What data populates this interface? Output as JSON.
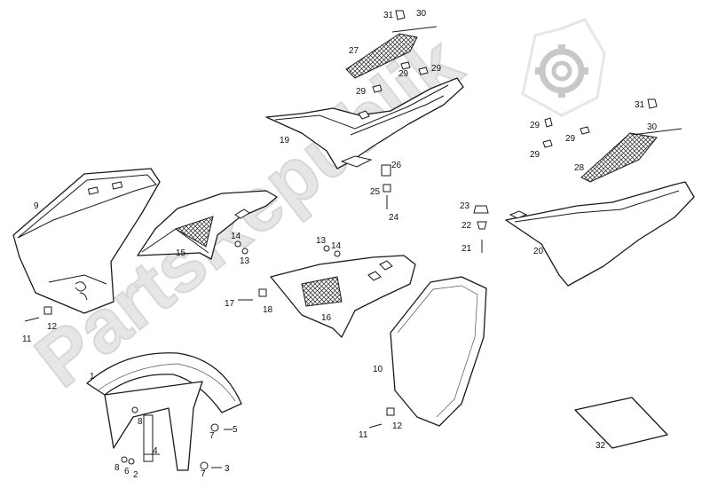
{
  "diagram": {
    "watermark": "PartsRepublik",
    "logo_icon": "gear-icon",
    "colors": {
      "line": "#1a1a1a",
      "watermark": "#c8c8c8",
      "background": "#ffffff"
    },
    "labels": {
      "l1": "1",
      "l2": "2",
      "l3": "3",
      "l4": "4",
      "l5": "5",
      "l6": "6",
      "l7a": "7",
      "l7b": "7",
      "l8a": "8",
      "l8b": "8",
      "l9": "9",
      "l10": "10",
      "l11a": "11",
      "l11b": "11",
      "l12a": "12",
      "l12b": "12",
      "l13a": "13",
      "l13b": "13",
      "l14a": "14",
      "l14b": "14",
      "l15": "15",
      "l16": "16",
      "l17": "17",
      "l18": "18",
      "l19": "19",
      "l20": "20",
      "l21": "21",
      "l22": "22",
      "l23": "23",
      "l24": "24",
      "l25": "25",
      "l26": "26",
      "l27": "27",
      "l28": "28",
      "l29a": "29",
      "l29b": "29",
      "l29c": "29",
      "l29d": "29",
      "l29e": "29",
      "l29f": "29",
      "l30a": "30",
      "l30b": "30",
      "l31a": "31",
      "l31b": "31",
      "l32": "32"
    }
  }
}
